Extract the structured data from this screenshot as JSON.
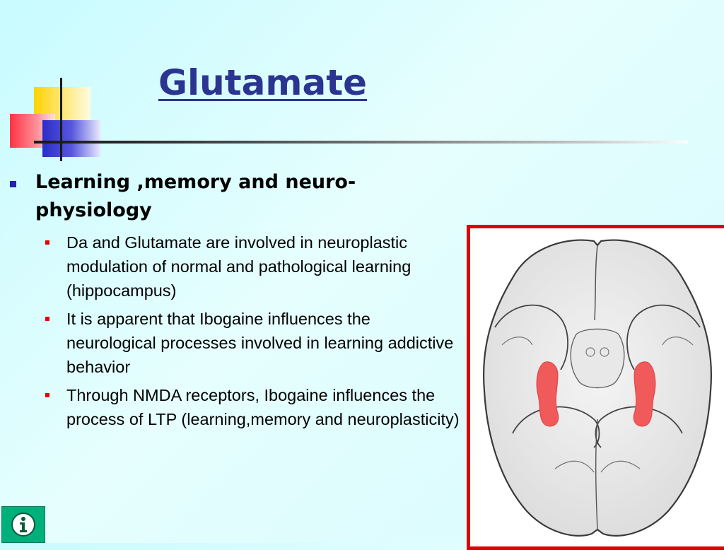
{
  "slide": {
    "title": "Glutamate",
    "bullets": [
      {
        "text": "Learning ,memory and neuro-physiology",
        "sub": [
          "Da and Glutamate are involved in neuroplastic modulation of normal and pathological learning (hippocampus)",
          "It is apparent that Ibogaine influences the neurological processes involved in learning addictive behavior",
          "Through NMDA receptors, Ibogaine influences the process of LTP (learning,memory and neuroplasticity)"
        ]
      }
    ]
  },
  "colors": {
    "title": "#2b3591",
    "bullet_level1": "#2323a8",
    "bullet_level2": "#e60000",
    "frame": "#e00000",
    "hippocampus_highlight": "#f05a5a",
    "info_button": "#00b07a"
  },
  "icons": {
    "info": "info-icon"
  }
}
